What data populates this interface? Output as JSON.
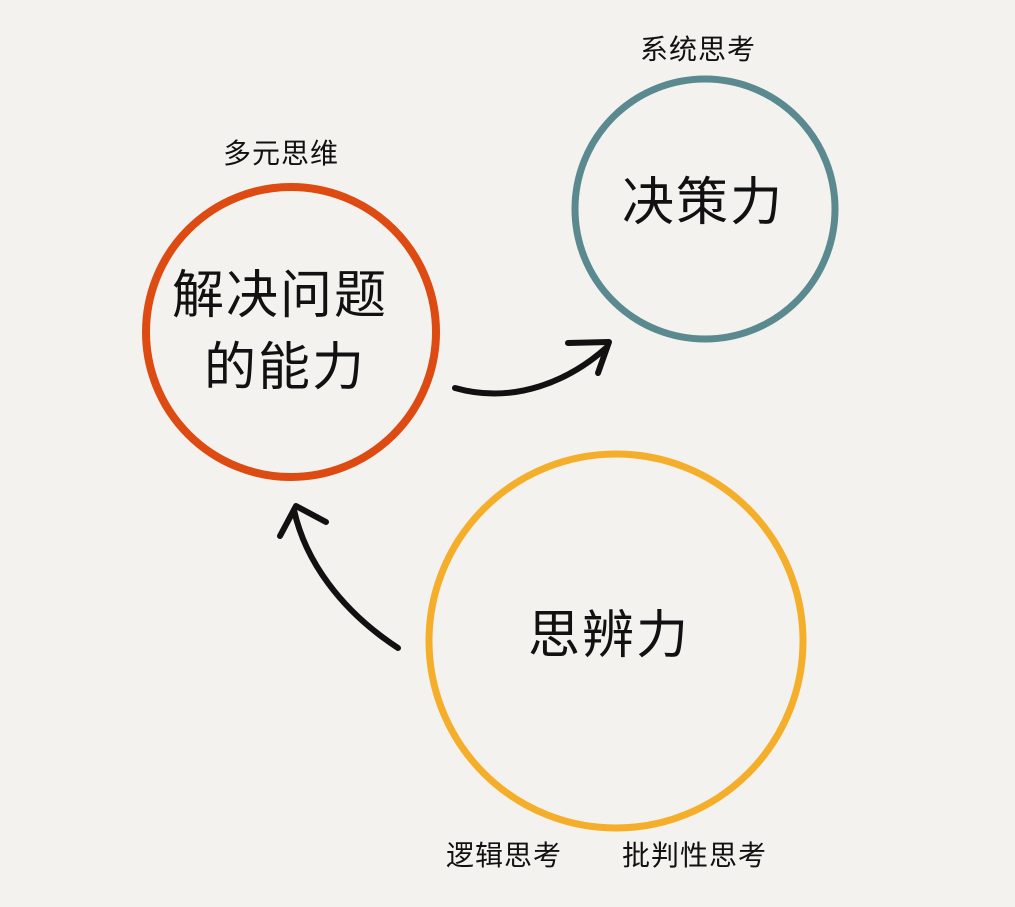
{
  "colors": {
    "background": "#f4f2ef",
    "problem_solving_circle": "#dd4a12",
    "decision_circle": "#5a8a8f",
    "critical_thinking_circle": "#f5ae2a",
    "arrow": "#111111",
    "text": "#111111"
  },
  "nodes": {
    "problem_solving": {
      "title_line1": "解决问题",
      "title_line2": "的能力",
      "caption": "多元思维"
    },
    "decision": {
      "title": "决策力",
      "caption": "系统思考"
    },
    "critical_thinking": {
      "title": "思辨力",
      "caption_left": "逻辑思考",
      "caption_right": "批判性思考"
    }
  }
}
